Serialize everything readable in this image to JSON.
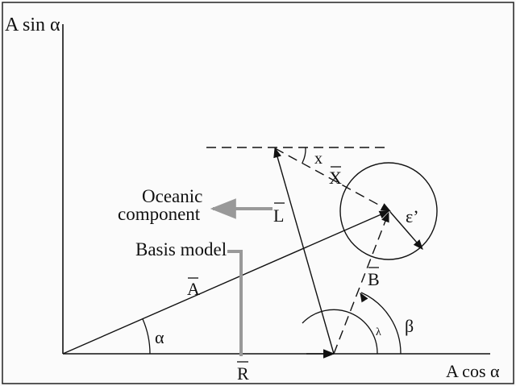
{
  "diagram": {
    "axes": {
      "y_label": "A sin α",
      "x_label": "A cos α"
    },
    "vectors": {
      "A": "A",
      "L": "L",
      "X": "X",
      "B": "B",
      "R": "R"
    },
    "angles": {
      "alpha": "α",
      "beta": "β",
      "lambda": "λ",
      "x": "x"
    },
    "labels": {
      "oceanic_line1": "Oceanic",
      "oceanic_line2": "component",
      "basis_model": "Basis model",
      "epsilon": "ε’"
    },
    "colors": {
      "ink": "#111111",
      "callout": "#999999"
    }
  }
}
